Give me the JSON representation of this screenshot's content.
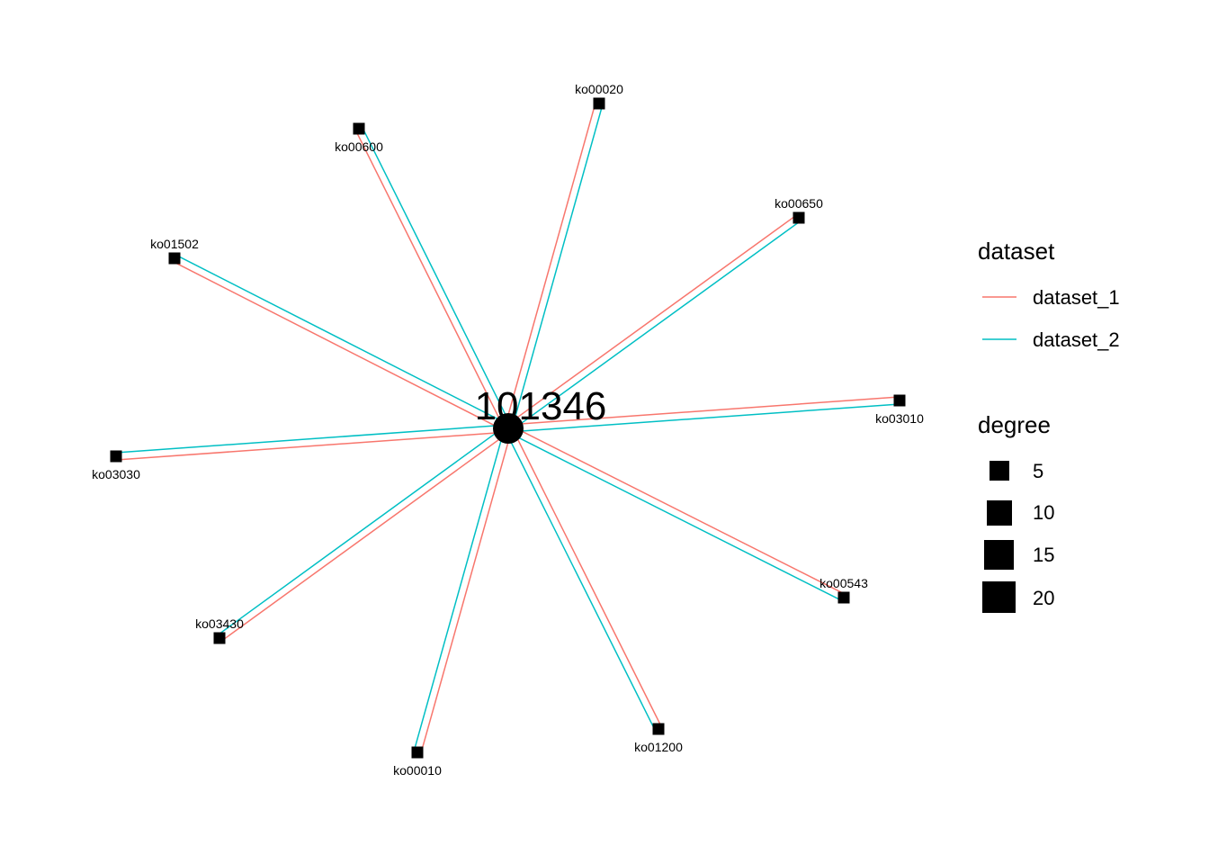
{
  "hub": {
    "id": "101346"
  },
  "nodes": [
    {
      "id": "ko00020",
      "label_pos": "above"
    },
    {
      "id": "ko00600",
      "label_pos": "below"
    },
    {
      "id": "ko00650",
      "label_pos": "above"
    },
    {
      "id": "ko01502",
      "label_pos": "above"
    },
    {
      "id": "ko03010",
      "label_pos": "below"
    },
    {
      "id": "ko03030",
      "label_pos": "below"
    },
    {
      "id": "ko00543",
      "label_pos": "above"
    },
    {
      "id": "ko03430",
      "label_pos": "above"
    },
    {
      "id": "ko01200",
      "label_pos": "below"
    },
    {
      "id": "ko00010",
      "label_pos": "below"
    }
  ],
  "edges_datasets": [
    "dataset_1",
    "dataset_2"
  ],
  "legend": {
    "dataset": {
      "title": "dataset",
      "items": [
        {
          "label": "dataset_1",
          "color": "#F8766D"
        },
        {
          "label": "dataset_2",
          "color": "#00BFC4"
        }
      ]
    },
    "degree": {
      "title": "degree",
      "items": [
        {
          "label": "5",
          "value": 5
        },
        {
          "label": "10",
          "value": 10
        },
        {
          "label": "15",
          "value": 15
        },
        {
          "label": "20",
          "value": 20
        }
      ]
    }
  },
  "colors": {
    "dataset_1": "#F8766D",
    "dataset_2": "#00BFC4",
    "node": "#000000"
  }
}
